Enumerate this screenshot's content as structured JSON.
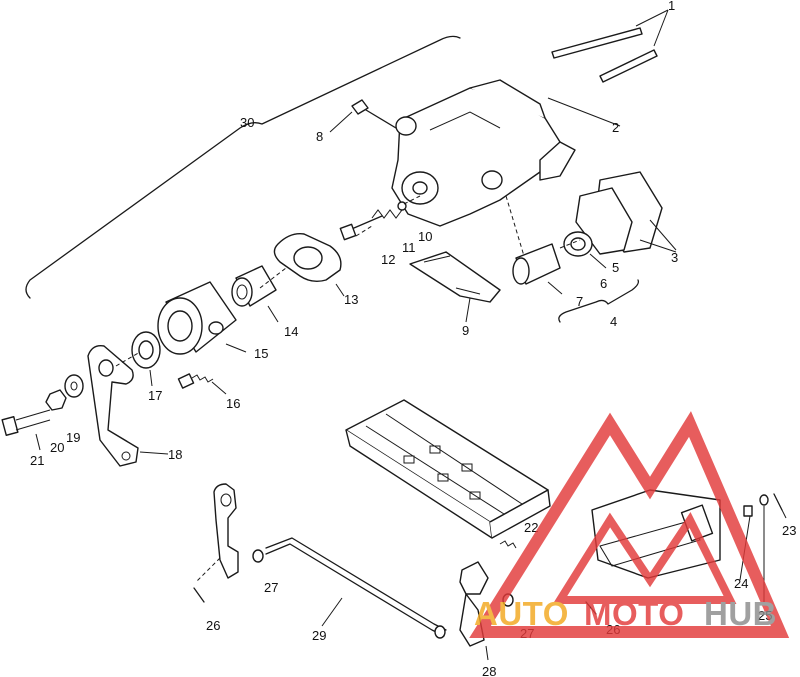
{
  "callouts": {
    "c1": "1",
    "c2": "2",
    "c3": "3",
    "c4": "4",
    "c5": "5",
    "c6": "6",
    "c7": "7",
    "c8": "8",
    "c9": "9",
    "c10": "10",
    "c11": "11",
    "c12": "12",
    "c13": "13",
    "c14": "14",
    "c15": "15",
    "c16": "16",
    "c17": "17",
    "c18": "18",
    "c19": "19",
    "c20": "20",
    "c21": "21",
    "c22": "22",
    "c23": "23",
    "c24": "24",
    "c25": "25",
    "c26a": "26",
    "c26b": "26",
    "c27a": "27",
    "c27b": "27",
    "c28": "28",
    "c29": "29",
    "c30": "30"
  },
  "watermark": {
    "part1": "AUTO",
    "part2": "MOTO",
    "part3": "HUB",
    "colors": {
      "red": "#e23a3a",
      "orange": "#f2a81f",
      "gray": "#8c8c8c"
    }
  }
}
